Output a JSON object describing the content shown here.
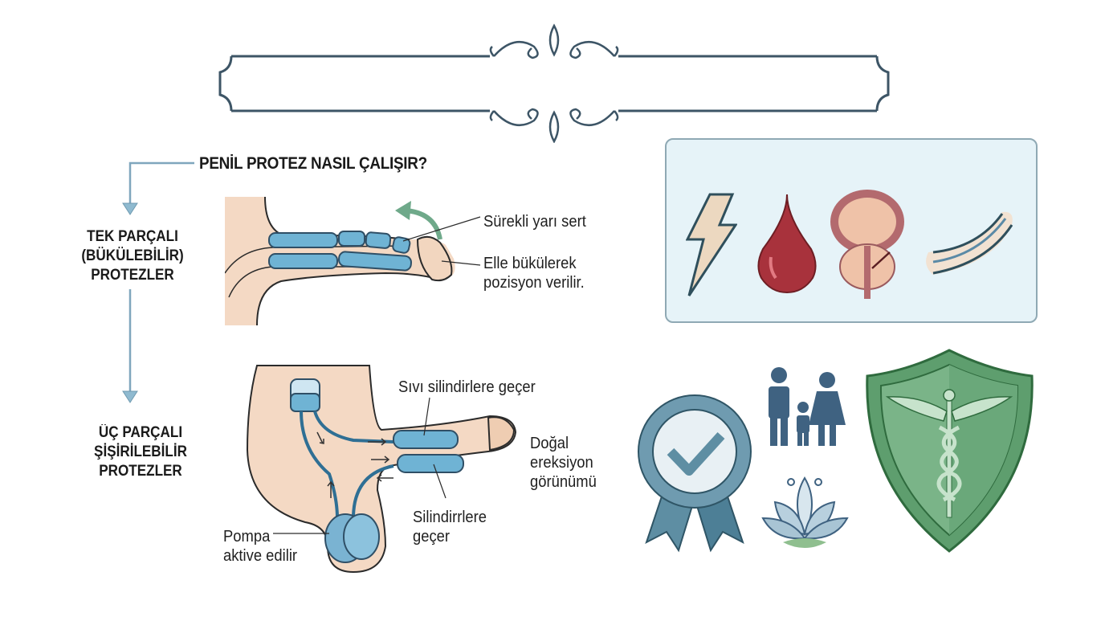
{
  "title_banner": {
    "text": ""
  },
  "heading": "PENİL PROTEZ NASIL ÇALIŞIR?",
  "sections": [
    {
      "label_lines": [
        "TEK PARÇALI",
        "(BÜKÜLEBİLİR)",
        "PROTEZLER"
      ],
      "callouts": [
        {
          "lines": [
            "Sürekli yarı sert"
          ]
        },
        {
          "lines": [
            "Elle bükülerek",
            "pozisyon verilir."
          ]
        }
      ]
    },
    {
      "label_lines": [
        "ÜÇ PARÇALI",
        "ŞİŞİRİLEBİLİR",
        "PROTEZLER"
      ],
      "callouts": [
        {
          "lines": [
            "Sıvı silindirlere geçer"
          ]
        },
        {
          "lines": [
            "Doğal",
            "ereksiyon",
            "görünümü"
          ]
        },
        {
          "lines": [
            "Silindirrlere",
            "geçer"
          ]
        },
        {
          "lines": [
            "Pompa",
            "aktive edilir"
          ]
        }
      ]
    }
  ],
  "causes_panel": {
    "icons": [
      "lightning-icon",
      "blood-drop-icon",
      "prostate-icon",
      "curved-penis-icon"
    ]
  },
  "benefit_icons": [
    "quality-badge-icon",
    "family-icon",
    "lotus-icon",
    "medical-shield-icon"
  ],
  "colors": {
    "frame": "#3d5566",
    "connector": "#7fa6bd",
    "panel_bg": "#e6f3f8",
    "panel_border": "#8fa9b4",
    "skin": "#f4d9c4",
    "skin_dark": "#e3b99c",
    "implant": "#6fb3d4",
    "implant_dark": "#2f6f94",
    "green_arrow": "#6fa98a",
    "blood": "#a8323c",
    "shield": "#5e9e6e"
  }
}
